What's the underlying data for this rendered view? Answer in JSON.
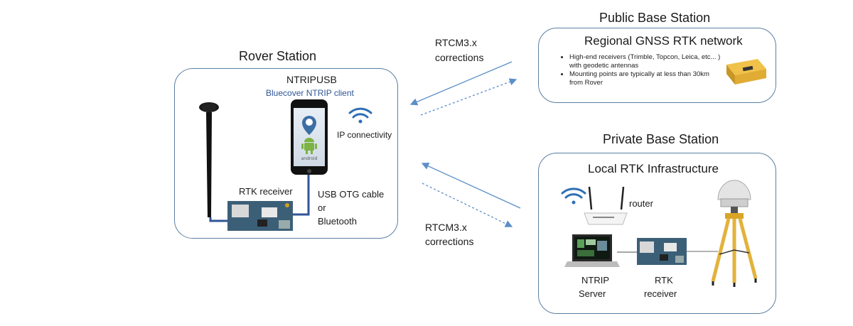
{
  "rover": {
    "title": "Rover Station",
    "device_name": "NTRIPUSB",
    "client": "Bluecover NTRIP client",
    "ip": "IP connectivity",
    "rtk_receiver": "RTK receiver",
    "connection_line1": "USB OTG cable",
    "connection_line2": "or",
    "connection_line3": "Bluetooth",
    "android_text": "android"
  },
  "links": {
    "top_line1": "RTCM3.x",
    "top_line2": "corrections",
    "bottom_line1": "RTCM3.x",
    "bottom_line2": "corrections"
  },
  "public": {
    "title": "Public Base Station",
    "box_title": "Regional GNSS RTK network",
    "bullets": [
      "High-end receivers (Trimble, Topcon, Leica, etc... ) with geodetic antennas",
      "Mounting points are typically at less than 30km from Rover"
    ]
  },
  "private": {
    "title": "Private Base Station",
    "box_title": "Local RTK Infrastructure",
    "router": "router",
    "server_line1": "NTRIP",
    "server_line2": "Server",
    "rtk_line1": "RTK",
    "rtk_line2": "receiver"
  },
  "colors": {
    "border": "#5b7fa3",
    "wifi": "#2f6fb5",
    "arrow": "#5b8fc7"
  }
}
